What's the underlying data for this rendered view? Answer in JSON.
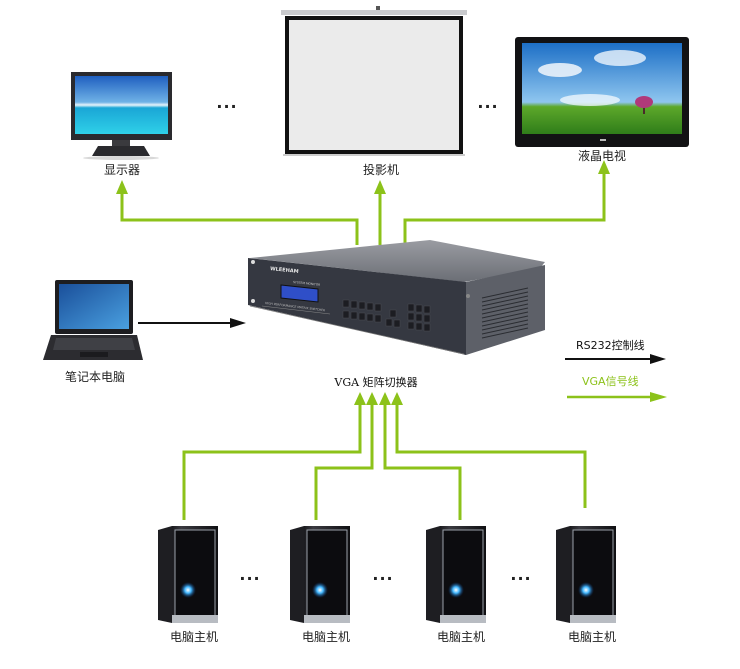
{
  "colors": {
    "vga_line": "#8cc21a",
    "rs232_line": "#111111",
    "device_dark": "#2b2d33",
    "screen_lcd": "#2f4fc8"
  },
  "outputs": {
    "monitor": {
      "label": "显示器",
      "icon": "lcd-monitor-icon"
    },
    "projector": {
      "label": "投影机",
      "icon": "projector-screen-icon"
    },
    "lcd_tv": {
      "label": "液晶电视",
      "icon": "lcd-tv-icon"
    },
    "ellipsis": "..."
  },
  "laptop": {
    "label": "笔记本电脑",
    "icon": "laptop-icon"
  },
  "switcher": {
    "label": "VGA 矩阵切换器",
    "brand": "WLEEHAM",
    "panel_title": "SYSTEM MONITOR",
    "panel_subtitle": "HIGH PERFORMANCE MATRIX SWITCHER",
    "icon": "matrix-switcher-icon"
  },
  "inputs": {
    "hosts": [
      {
        "label": "电脑主机"
      },
      {
        "label": "电脑主机"
      },
      {
        "label": "电脑主机"
      },
      {
        "label": "电脑主机"
      }
    ],
    "ellipsis": "..."
  },
  "legend": {
    "rs232": "RS232控制线",
    "vga": "VGA信号线"
  }
}
